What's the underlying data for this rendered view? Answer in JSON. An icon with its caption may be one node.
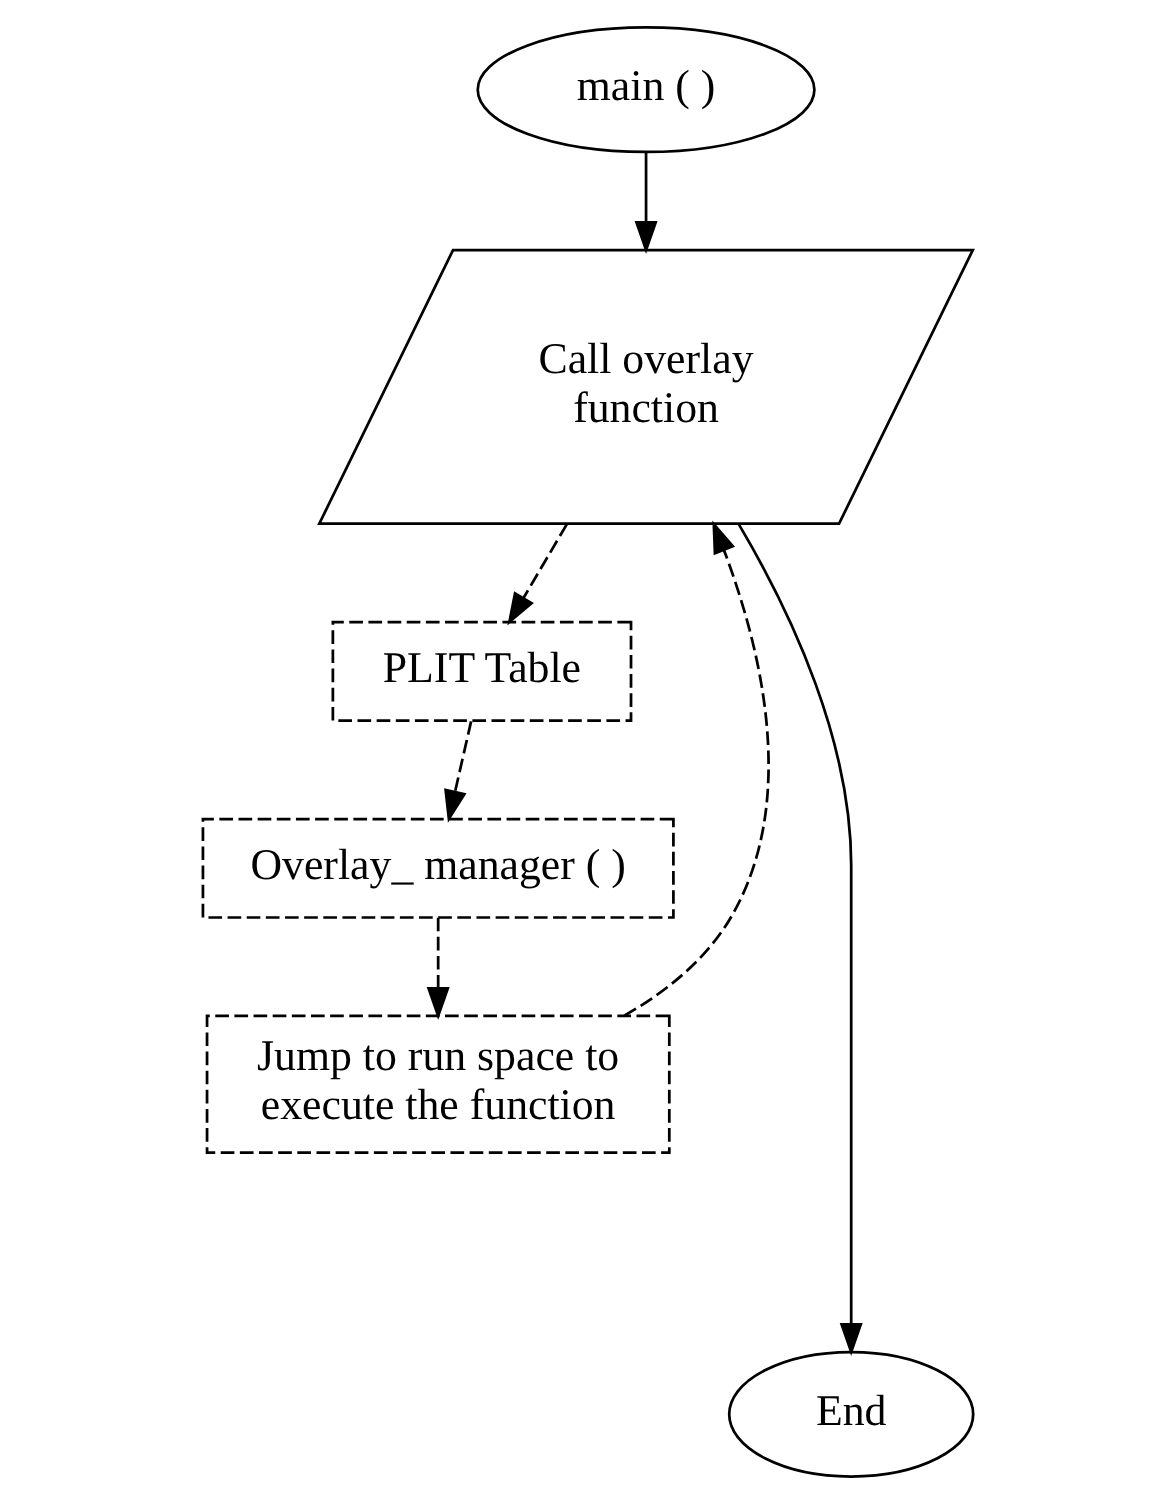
{
  "diagram": {
    "nodes": [
      {
        "text": [
          "main ( )"
        ]
      },
      {
        "text": [
          "Call overlay function"
        ]
      },
      {
        "text": [
          "PLIT Table"
        ]
      },
      {
        "text": [
          "Overlay_ manager ( )"
        ]
      },
      {
        "text": [
          "Jump to run space to execute the function"
        ]
      },
      {
        "text": [
          "End"
        ]
      }
    ],
    "edges": [
      {
        "from": 0,
        "to": 1,
        "arrow": "to"
      },
      {
        "from": 1,
        "to": 2,
        "arrow": "to",
        "style": "dashed"
      },
      {
        "from": 2,
        "to": 3,
        "arrow": "to",
        "style": "dashed"
      },
      {
        "from": 3,
        "to": 4,
        "arrow": "to",
        "style": "dashed"
      },
      {
        "from": 4,
        "to": 1,
        "arrow": "to",
        "style": "dashed"
      },
      {
        "from": 1,
        "to": 5,
        "arrow": "to"
      }
    ]
  }
}
